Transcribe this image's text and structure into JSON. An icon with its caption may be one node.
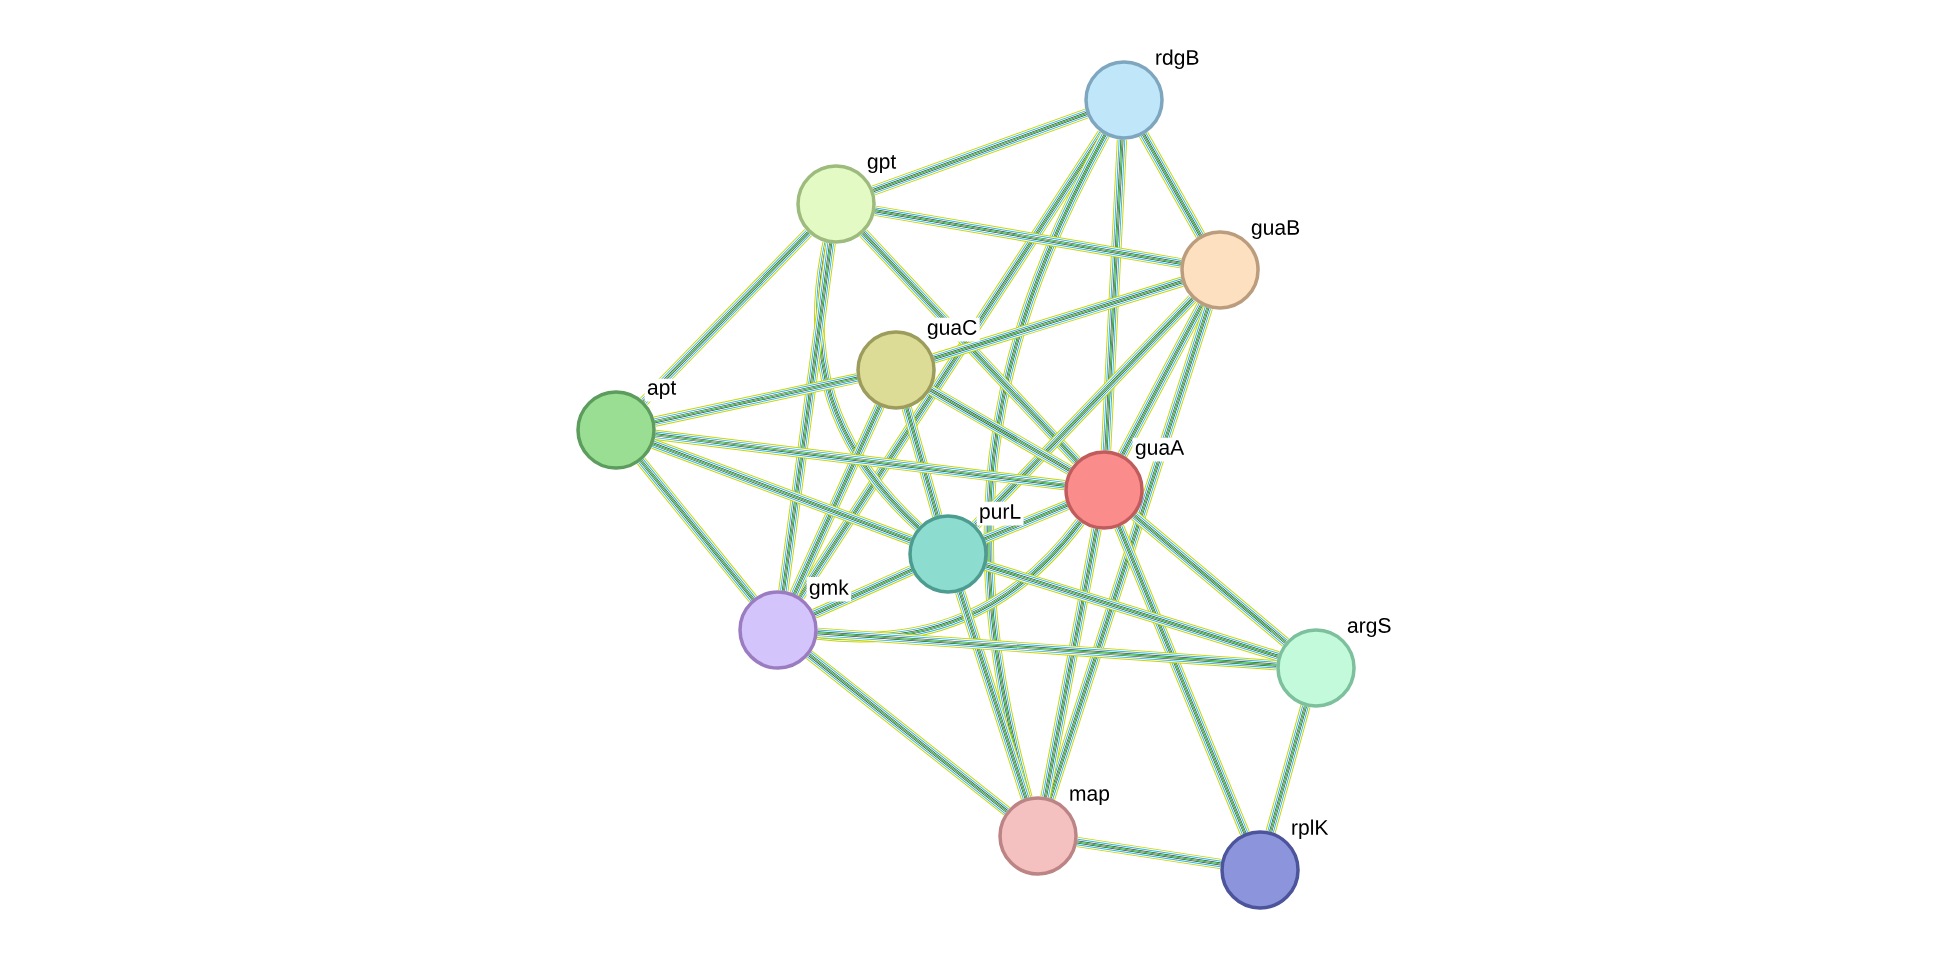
{
  "diagram": {
    "nodes": [
      {
        "text": [
          "rdgB"
        ]
      },
      {
        "text": [
          "gpt"
        ]
      },
      {
        "text": [
          "guaB"
        ]
      },
      {
        "text": [
          "guaC"
        ]
      },
      {
        "text": [
          "apt"
        ]
      },
      {
        "text": [
          "guaA"
        ]
      },
      {
        "text": [
          "purL"
        ]
      },
      {
        "text": [
          "gmk"
        ]
      },
      {
        "text": [
          "argS"
        ]
      },
      {
        "text": [
          "map"
        ]
      },
      {
        "text": [
          "rplK"
        ]
      }
    ],
    "edges": [
      {
        "from": 0,
        "to": 1,
        "arrow": "none"
      },
      {
        "from": 0,
        "to": 2,
        "arrow": "none"
      },
      {
        "from": 0,
        "to": 5,
        "arrow": "none"
      },
      {
        "from": 0,
        "to": 7,
        "arrow": "none"
      },
      {
        "from": 0,
        "to": 9,
        "arrow": "none"
      },
      {
        "from": 1,
        "to": 2,
        "arrow": "none"
      },
      {
        "from": 1,
        "to": 4,
        "arrow": "none"
      },
      {
        "from": 1,
        "to": 5,
        "arrow": "none"
      },
      {
        "from": 1,
        "to": 6,
        "arrow": "none"
      },
      {
        "from": 1,
        "to": 7,
        "arrow": "none"
      },
      {
        "from": 2,
        "to": 3,
        "arrow": "none"
      },
      {
        "from": 2,
        "to": 5,
        "arrow": "none"
      },
      {
        "from": 2,
        "to": 6,
        "arrow": "none"
      },
      {
        "from": 2,
        "to": 9,
        "arrow": "none"
      },
      {
        "from": 3,
        "to": 4,
        "arrow": "none"
      },
      {
        "from": 3,
        "to": 5,
        "arrow": "none"
      },
      {
        "from": 3,
        "to": 6,
        "arrow": "none"
      },
      {
        "from": 3,
        "to": 7,
        "arrow": "none"
      },
      {
        "from": 4,
        "to": 5,
        "arrow": "none"
      },
      {
        "from": 4,
        "to": 6,
        "arrow": "none"
      },
      {
        "from": 4,
        "to": 7,
        "arrow": "none"
      },
      {
        "from": 5,
        "to": 6,
        "arrow": "none"
      },
      {
        "from": 5,
        "to": 7,
        "arrow": "none"
      },
      {
        "from": 5,
        "to": 8,
        "arrow": "none"
      },
      {
        "from": 5,
        "to": 9,
        "arrow": "none"
      },
      {
        "from": 5,
        "to": 10,
        "arrow": "none"
      },
      {
        "from": 6,
        "to": 7,
        "arrow": "none"
      },
      {
        "from": 6,
        "to": 8,
        "arrow": "none"
      },
      {
        "from": 6,
        "to": 9,
        "arrow": "none"
      },
      {
        "from": 7,
        "to": 8,
        "arrow": "none"
      },
      {
        "from": 7,
        "to": 9,
        "arrow": "none"
      },
      {
        "from": 8,
        "to": 10,
        "arrow": "none"
      },
      {
        "from": 9,
        "to": 10,
        "arrow": "none"
      }
    ]
  }
}
